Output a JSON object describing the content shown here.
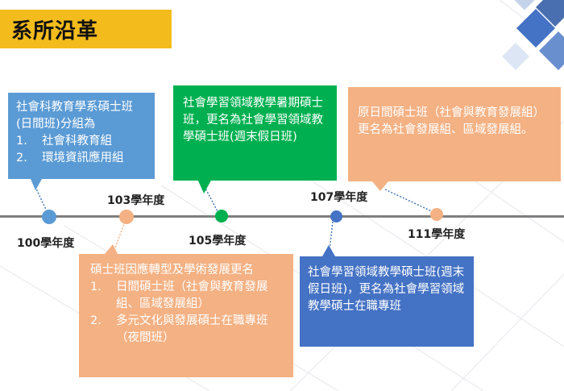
{
  "title": "系所沿革",
  "events": [
    {
      "year": "100學年度",
      "lines": [
        "社會科教育學系碩士班(日間班)分組為"
      ],
      "list": [
        {
          "num": "1.",
          "text": "社會科教育組"
        },
        {
          "num": "2.",
          "text": "環境資訊應用組"
        }
      ]
    },
    {
      "year": "103學年度",
      "lines": [
        "碩士班因應轉型及學術發展更名"
      ],
      "list": [
        {
          "num": "1.",
          "text": "日間碩士班（社會與教育發展組、區域發展組）"
        },
        {
          "num": "2.",
          "text": "多元文化與發展碩士在職專班（夜間班）"
        }
      ]
    },
    {
      "year": "105學年度",
      "lines": [
        "社會學習領域教學暑期碩士班，更名為社會學習領域教學碩士班(週末假日班)"
      ]
    },
    {
      "year": "107學年度",
      "lines": [
        "社會學習領域教學碩士班(週末假日班)，更名為社會學習領域教學碩士在職專班"
      ]
    },
    {
      "year": "111學年度",
      "lines": [
        "原日間碩士班（社會與教育發展組）更名為社會發展組、區域發展組。"
      ]
    }
  ],
  "colors": {
    "title_bg": "#f3bc1c",
    "blue": "#5b9bd5",
    "orange": "#f4b183",
    "green": "#00b050",
    "dark_blue": "#4472c4"
  }
}
